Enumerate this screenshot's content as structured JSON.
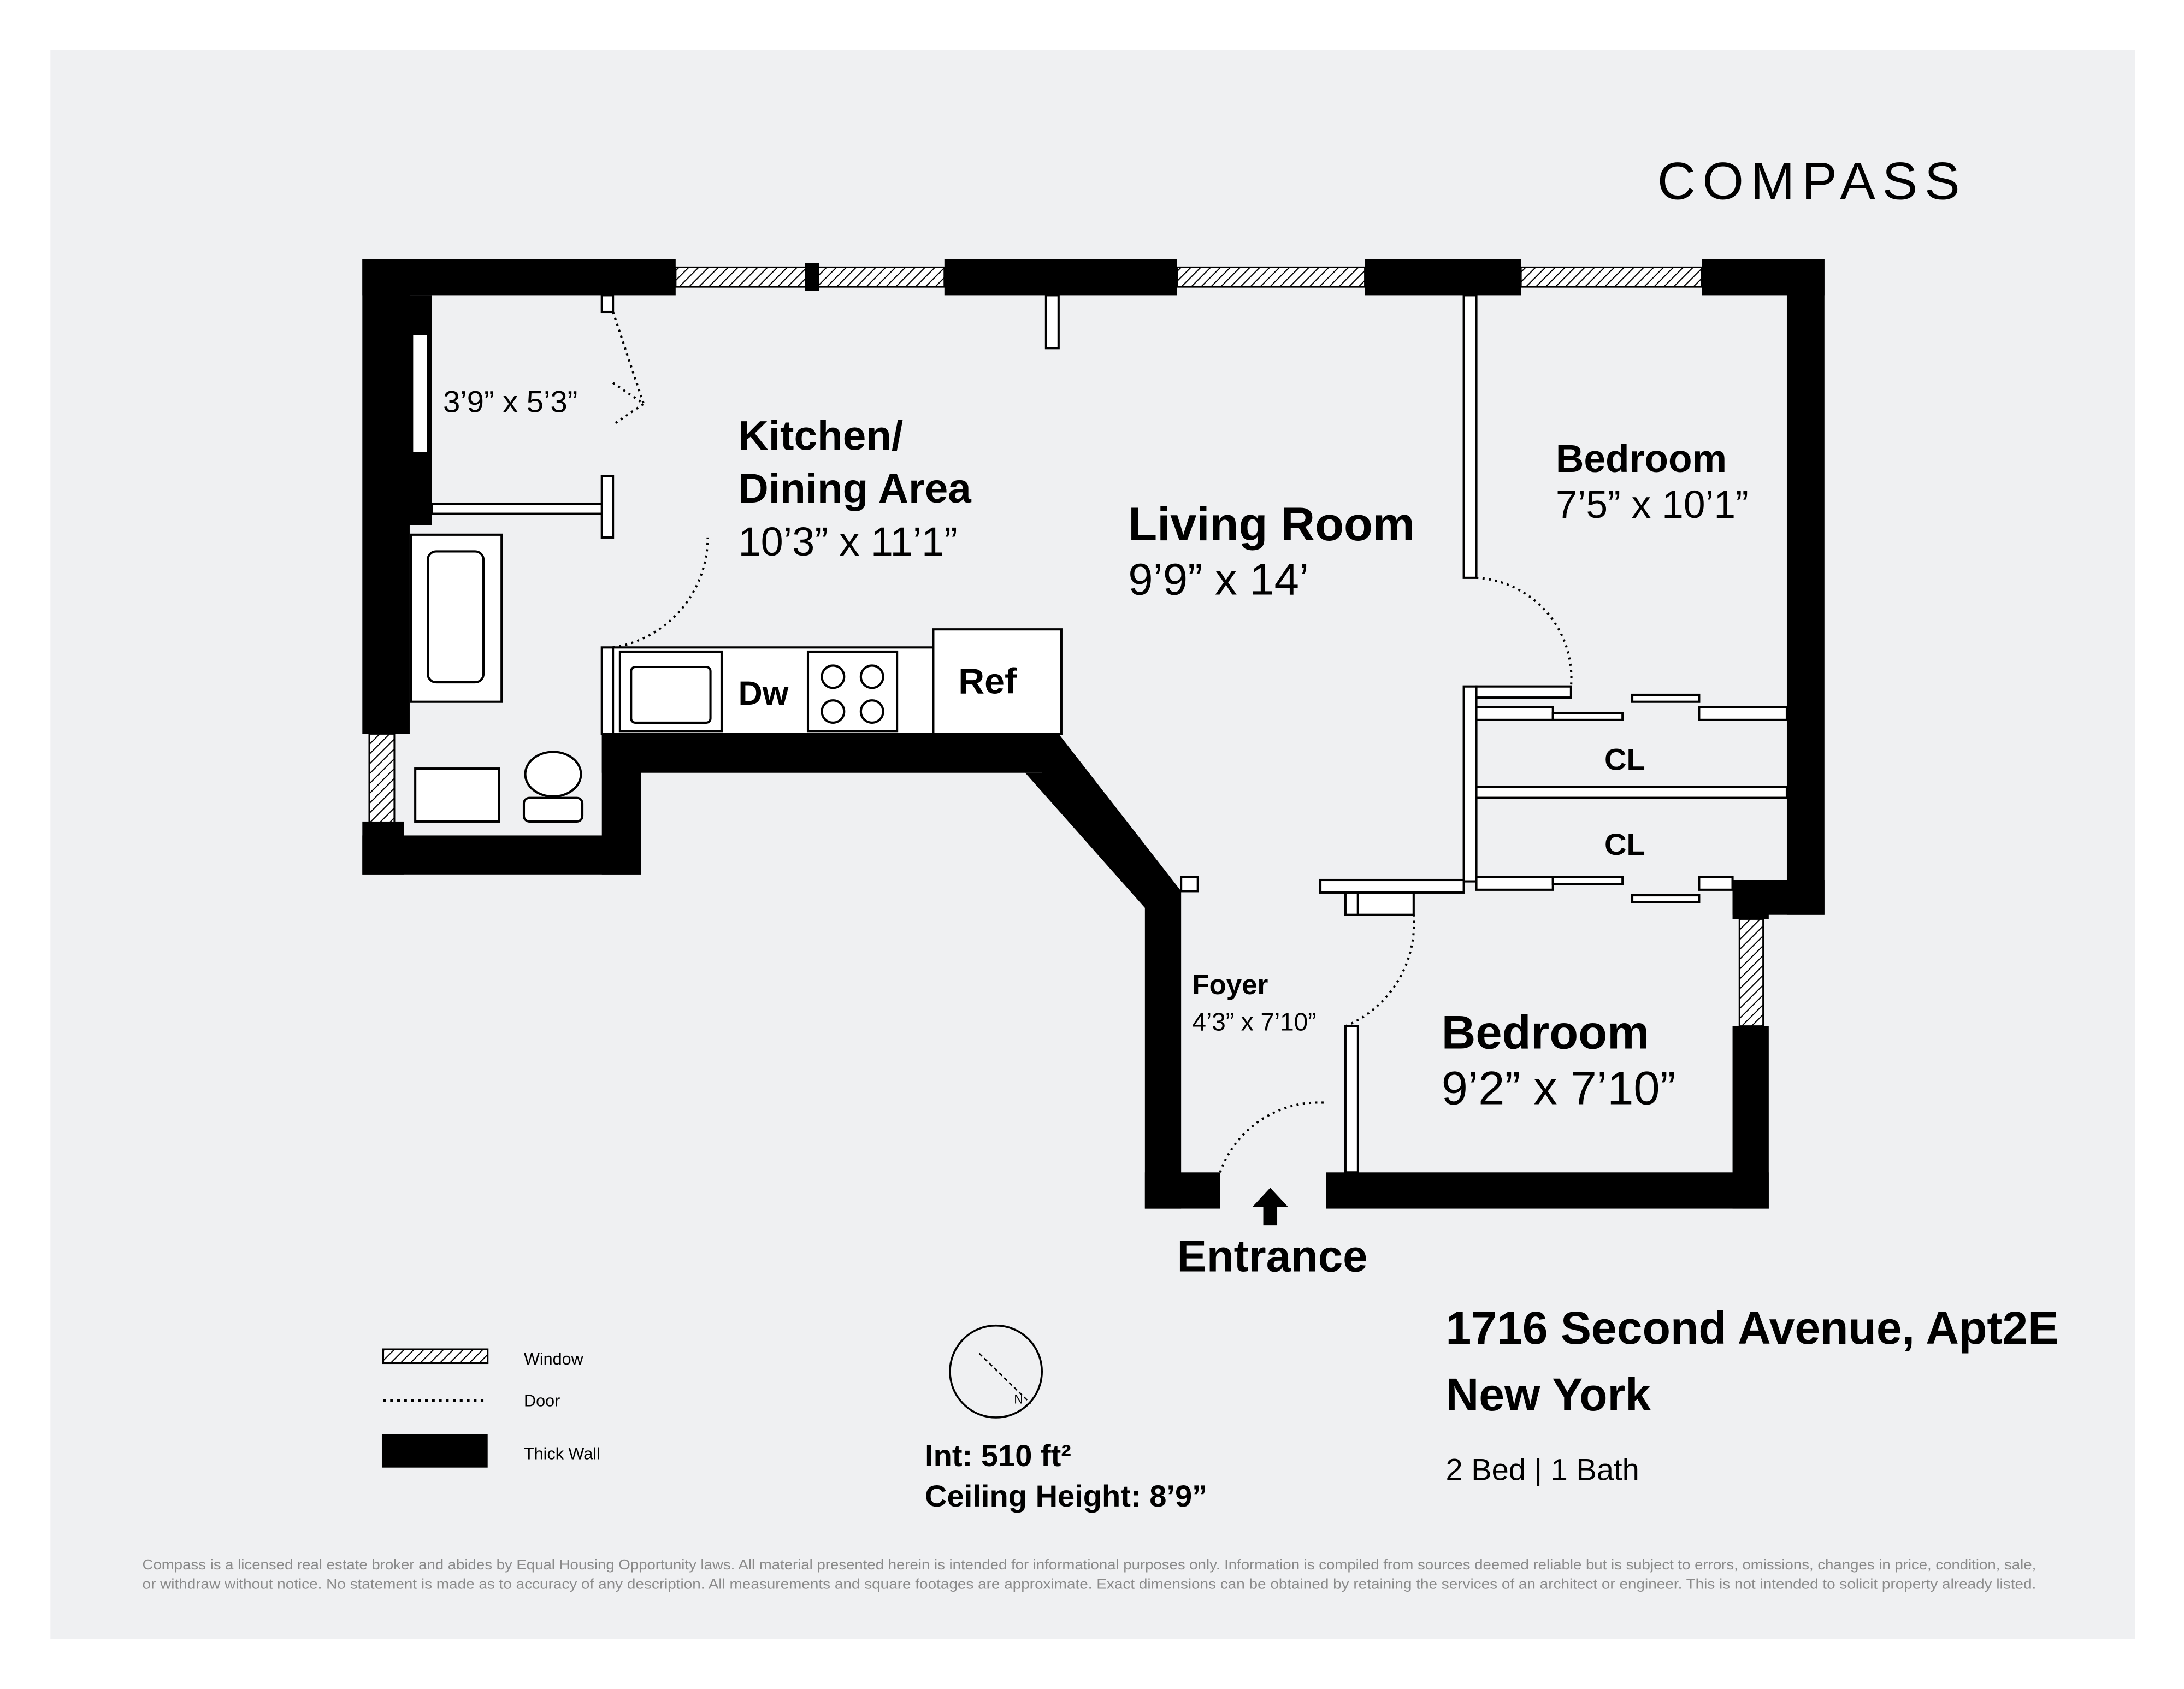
{
  "brand": {
    "logo": "COMPASS"
  },
  "rooms": {
    "closet_dim": "3’9” x 5’3”",
    "kitchen_line1": "Kitchen/",
    "kitchen_line2": "Dining Area",
    "kitchen_dim": "10’3” x 11’1”",
    "living_name": "Living Room",
    "living_dim": "9’9” x 14’",
    "bedroom1_name": "Bedroom",
    "bedroom1_dim": "7’5” x 10’1”",
    "closet1": "CL",
    "closet2": "CL",
    "foyer_name": "Foyer",
    "foyer_dim": "4’3” x 7’10”",
    "bedroom2_name": "Bedroom",
    "bedroom2_dim": "9’2” x 7’10”",
    "entrance": "Entrance"
  },
  "appliances": {
    "dishwasher": "Dw",
    "refrigerator": "Ref"
  },
  "legend": {
    "window": "Window",
    "door": "Door",
    "thick_wall": "Thick Wall"
  },
  "stats": {
    "interior": "Int: 510 ft²",
    "ceiling": "Ceiling Height: 8’9”"
  },
  "listing": {
    "address": "1716 Second Avenue, Apt2E",
    "city": "New York",
    "beds_baths": "2 Bed | 1 Bath"
  },
  "disclaimer": {
    "line1": "Compass is a licensed real estate broker and abides by Equal Housing Opportunity laws. All material presented herein is intended for informational purposes only. Information is compiled from sources deemed reliable but is subject to errors, omissions, changes in price, condition, sale,",
    "line2": "or withdraw without notice. No statement is made as to accuracy of any description. All measurements and square footages are approximate. Exact dimensions can be obtained by retaining the services of an architect or engineer. This is not intended to solicit property already listed."
  },
  "colors": {
    "panel": "#eff0f2",
    "wall": "#000000",
    "disclaimer": "#8a8a8a"
  }
}
